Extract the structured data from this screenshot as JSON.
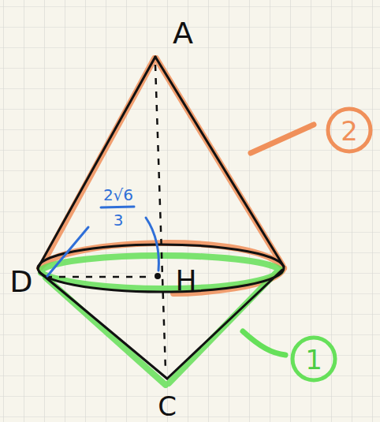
{
  "diagram": {
    "labels": [
      "A",
      "D",
      "H",
      "C",
      "2√6",
      "3",
      "2",
      "1"
    ]
  }
}
